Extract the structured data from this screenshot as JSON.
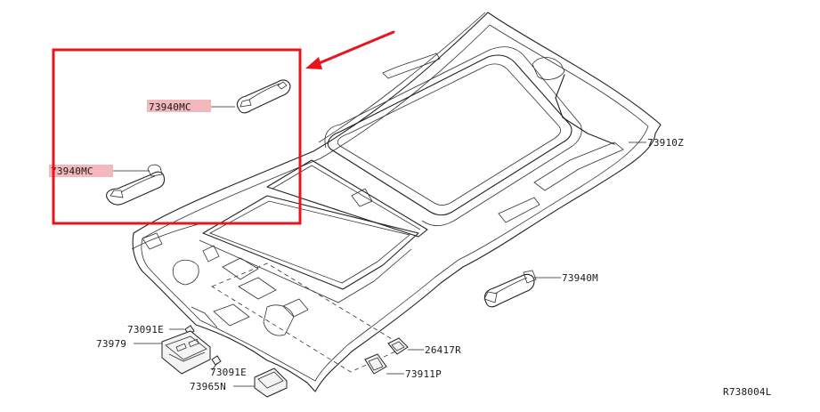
{
  "colors": {
    "highlight_box": "#e8141e",
    "arrow": "#e8141e",
    "label_highlight": "#f3b8bb",
    "line": "#222222"
  },
  "labels": {
    "grip_upper": "73940MC",
    "grip_lower": "73940MC",
    "headlining": "73910Z",
    "grip_rear": "73940M",
    "lamp": "26417R",
    "clip": "73911P",
    "bracket_left_top": "73091E",
    "bracket_left_bottom": "73091E",
    "map_lamp": "73979",
    "switch": "73965N"
  },
  "diagram_code": "R738004L"
}
